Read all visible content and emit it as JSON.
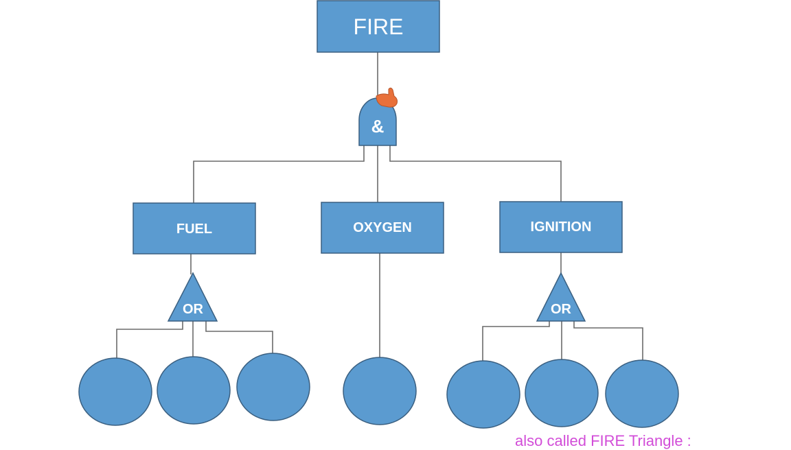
{
  "diagram": {
    "top_event": "FIRE",
    "and_gate": "&",
    "intermediate_events": [
      "FUEL",
      "OXYGEN",
      "IGNITION"
    ],
    "or_gate_label": "OR",
    "basic_event_counts": {
      "FUEL": 3,
      "OXYGEN": 1,
      "IGNITION": 3
    },
    "colors": {
      "node_fill": "#5b9bd0",
      "node_stroke": "#3a5f80",
      "caption": "#d24dd8",
      "cursor": "#e8703a"
    }
  },
  "caption": "also called FIRE Triangle :"
}
